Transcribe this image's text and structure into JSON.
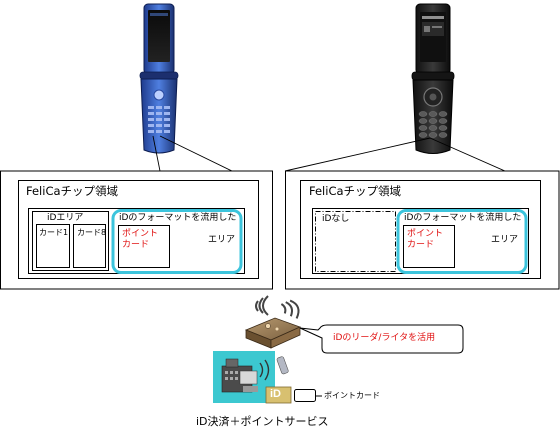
{
  "left_panel": {
    "chip_title": "FeliCaチップ領域",
    "id_area_label": "iDエリア",
    "card1_label": "カード1",
    "card2_label": "カード8",
    "format_label": "iDのフォーマットを流用した",
    "point_card_label": "ポイント\nカード",
    "area_label": "エリア"
  },
  "right_panel": {
    "chip_title": "FeliCaチップ領域",
    "no_id_label": "iDなし",
    "format_label": "iDのフォーマットを流用した",
    "point_card_label": "ポイント\nカード",
    "area_label": "エリア"
  },
  "bottom": {
    "callout_text": "iDのリーダ/ライタを活用",
    "legend_label": "ポイントカード",
    "caption": "iD決済＋ポイントサービス",
    "id_logo_text": "iD"
  },
  "colors": {
    "highlight": "#3cc4dc",
    "red_text": "#e01010",
    "terminal_bg": "#3cc8d0",
    "legend_box": "#ffffff"
  }
}
